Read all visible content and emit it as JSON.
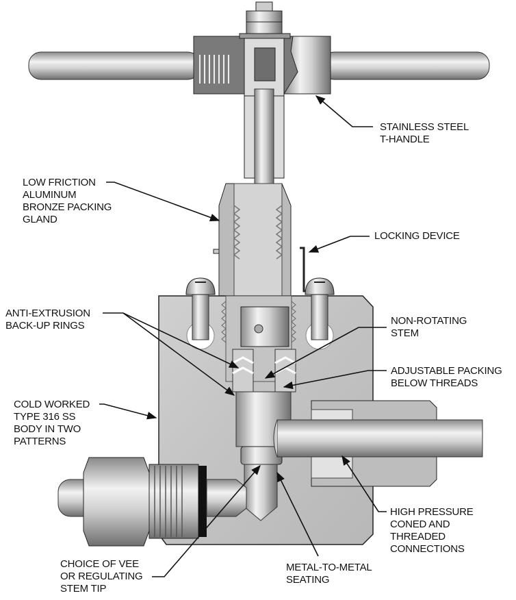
{
  "title": "Needle valve cutaway diagram",
  "colors": {
    "metal_light": "#e6e6e6",
    "metal_mid": "#bdbdbd",
    "metal_dark": "#6e6e6e",
    "body_fill": "#c8c8c8",
    "outline": "#1a1a1a",
    "leader": "#111111"
  },
  "callouts": [
    {
      "id": "t-handle",
      "lines": [
        "STAINLESS STEEL",
        "T-HANDLE"
      ]
    },
    {
      "id": "packing-gland",
      "lines": [
        "LOW FRICTION",
        "ALUMINUM",
        "BRONZE PACKING",
        "GLAND"
      ]
    },
    {
      "id": "locking-device",
      "lines": [
        "LOCKING DEVICE"
      ]
    },
    {
      "id": "anti-extrusion",
      "lines": [
        "ANTI-EXTRUSION",
        "BACK-UP RINGS"
      ]
    },
    {
      "id": "non-rotating-stem",
      "lines": [
        "NON-ROTATING",
        "STEM"
      ]
    },
    {
      "id": "adjustable-packing",
      "lines": [
        "ADJUSTABLE PACKING",
        "BELOW THREADS"
      ]
    },
    {
      "id": "body",
      "lines": [
        "COLD WORKED",
        "TYPE 316 SS",
        "BODY IN TWO",
        "PATTERNS"
      ]
    },
    {
      "id": "connections",
      "lines": [
        "HIGH PRESSURE",
        "CONED AND",
        "THREADED",
        "CONNECTIONS"
      ]
    },
    {
      "id": "stem-tip",
      "lines": [
        "CHOICE OF VEE",
        "OR REGULATING",
        "STEM TIP"
      ]
    },
    {
      "id": "seating",
      "lines": [
        "METAL-TO-METAL",
        "SEATING"
      ]
    }
  ]
}
